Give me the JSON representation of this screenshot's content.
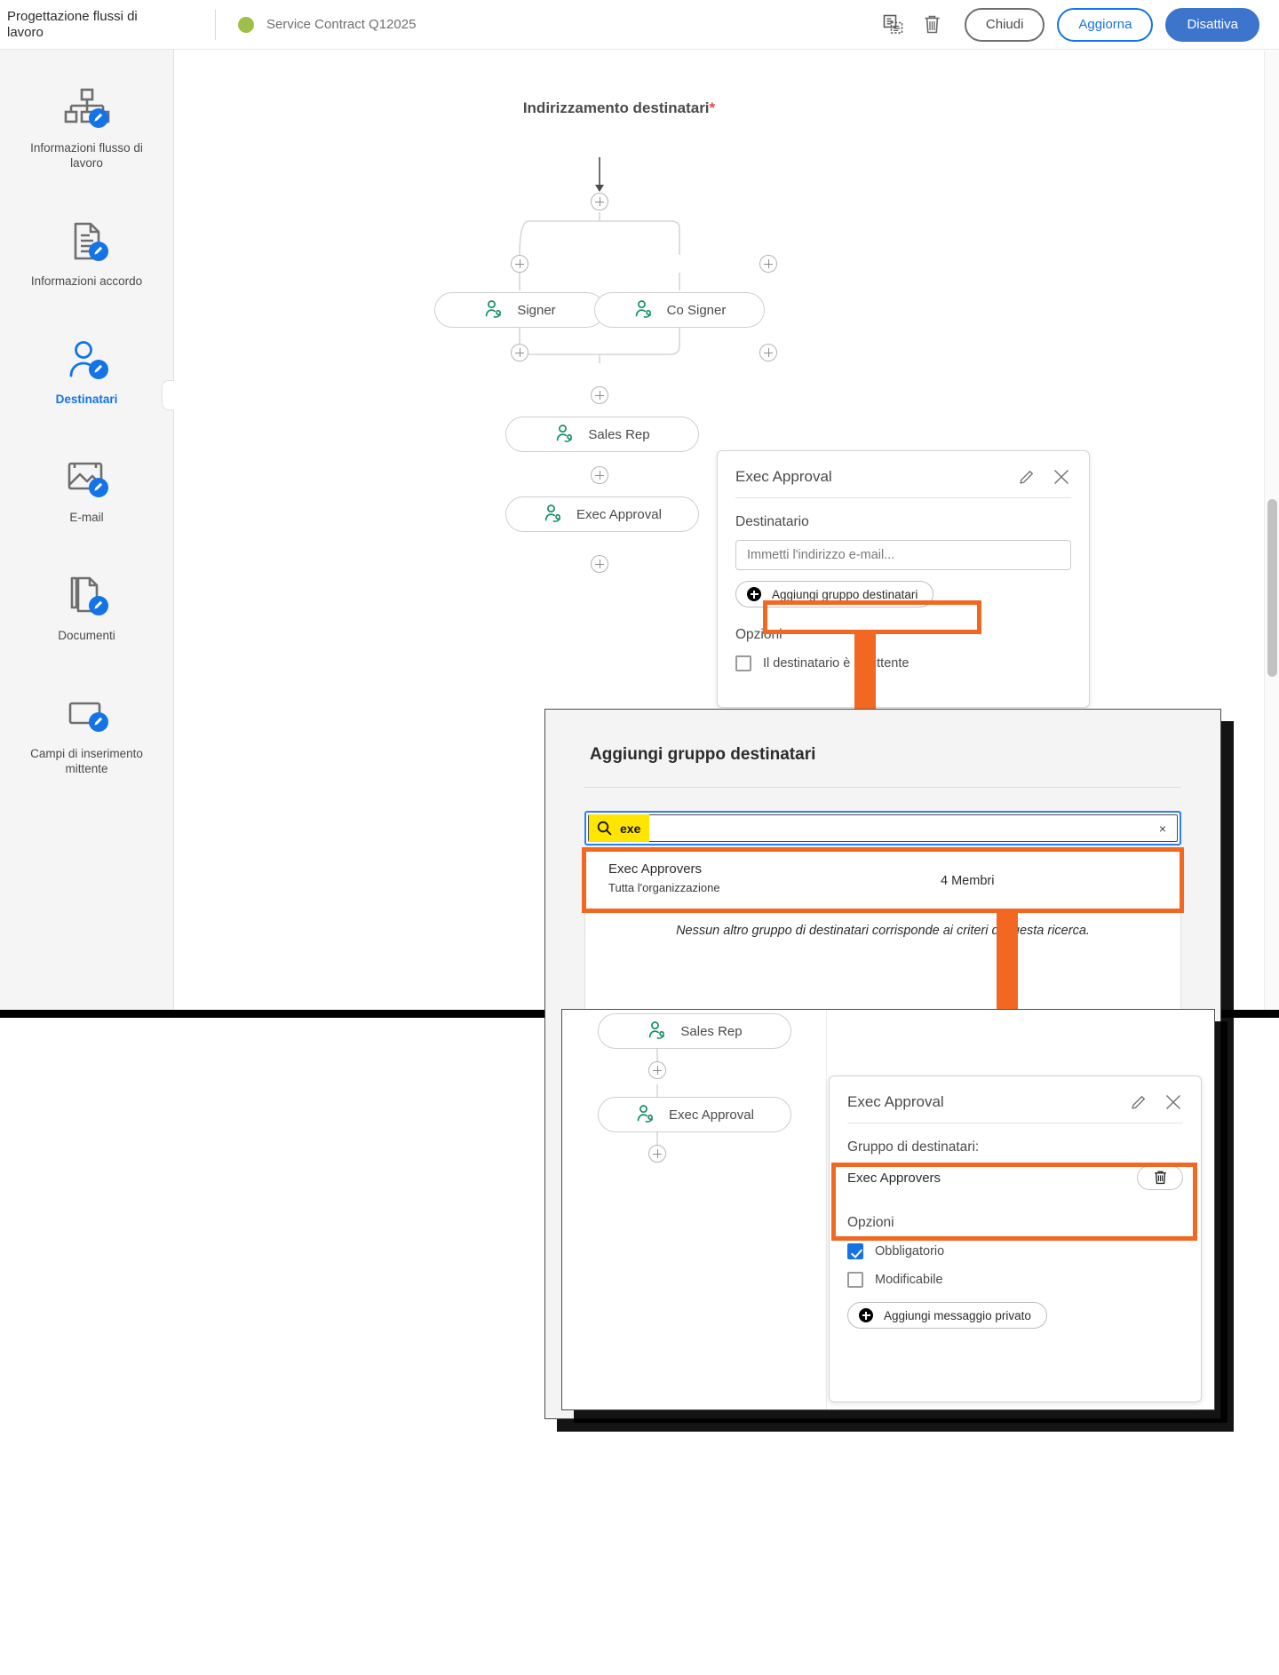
{
  "topbar": {
    "app_title": "Progettazione flussi di lavoro",
    "document_name": "Service Contract Q12025",
    "status_color": "#9fbf4b",
    "icons": [
      {
        "name": "duplicate-icon"
      },
      {
        "name": "trash-icon"
      }
    ],
    "buttons": {
      "close": "Chiudi",
      "update": "Aggiorna",
      "deactivate": "Disattiva"
    }
  },
  "sidebar": {
    "items": [
      {
        "label": "Informazioni flusso di lavoro",
        "icon": "workflow-info-icon",
        "active": false
      },
      {
        "label": "Informazioni accordo",
        "icon": "agreement-info-icon",
        "active": false
      },
      {
        "label": "Destinatari",
        "icon": "recipients-icon",
        "active": true
      },
      {
        "label": "E-mail",
        "icon": "email-icon",
        "active": false
      },
      {
        "label": "Documenti",
        "icon": "documents-icon",
        "active": false
      },
      {
        "label": "Campi di inserimento mittente",
        "icon": "sender-input-fields-icon",
        "active": false
      }
    ]
  },
  "canvas": {
    "title": "Indirizzamento destinatari",
    "required_marker": "*",
    "nodes": [
      {
        "label": "Signer"
      },
      {
        "label": "Co Signer"
      },
      {
        "label": "Sales Rep"
      },
      {
        "label": "Exec Approval"
      }
    ]
  },
  "detail_panel": {
    "title": "Exec Approval",
    "edit_icon": "pencil-icon",
    "close_icon": "close-icon",
    "recipient_label": "Destinatario",
    "email_placeholder": "Immetti l'indirizzo e-mail...",
    "add_group_button": "Aggiungi gruppo destinatari",
    "options_label": "Opzioni",
    "options": [
      {
        "label": "Il destinatario è il mittente",
        "checked": false
      }
    ]
  },
  "modal_add_group": {
    "title": "Aggiungi gruppo destinatari",
    "search": {
      "icon": "search-icon",
      "value": "exe",
      "clear_icon": "×",
      "highlight_color": "#ffe500"
    },
    "results": [
      {
        "name": "Exec Approvers",
        "scope": "Tutta l'organizzazione",
        "members": "4 Membri"
      }
    ],
    "empty_message": "Nessun altro gruppo di destinatari corrisponde ai criteri di questa ricerca."
  },
  "panel_after": {
    "nodes": [
      {
        "label": "Sales Rep"
      },
      {
        "label": "Exec Approval"
      }
    ],
    "detail": {
      "title": "Exec Approval",
      "edit_icon": "pencil-icon",
      "close_icon": "close-icon",
      "group_label": "Gruppo di destinatari:",
      "group_name": "Exec Approvers",
      "delete_icon": "trash-icon",
      "options_label": "Opzioni",
      "options": [
        {
          "label": "Obbligatorio",
          "checked": true
        },
        {
          "label": "Modificabile",
          "checked": false
        }
      ],
      "add_private_message": "Aggiungi messaggio privato"
    }
  },
  "annotations": {
    "highlight_color": "#f26722"
  }
}
